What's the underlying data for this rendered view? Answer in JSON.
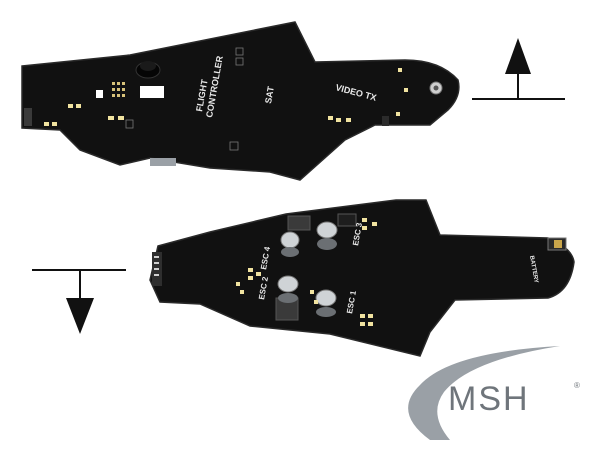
{
  "top_board": {
    "labels": {
      "flight": "FLIGHT",
      "controller": "CONTROLLER",
      "sat": "SAT",
      "video_tx": "VIDEO TX"
    }
  },
  "bottom_board": {
    "labels": {
      "esc_4": "ESC 4",
      "esc_3": "ESC 3",
      "esc_2": "ESC 2",
      "esc_1": "ESC 1",
      "battery": "BATTERY"
    }
  },
  "logo": {
    "text": "MSH",
    "mark": "®"
  },
  "icons": {
    "up": "arrow-up-icon",
    "down": "arrow-down-icon"
  },
  "colors": {
    "pcb": "#111111",
    "pcb_edge": "#2a2a2a",
    "pad": "#d8c27a",
    "led": "#f1e3a0",
    "arrow": "#111111",
    "logo_swoosh": "#9aa0a6",
    "logo_text": "#6f757b"
  }
}
